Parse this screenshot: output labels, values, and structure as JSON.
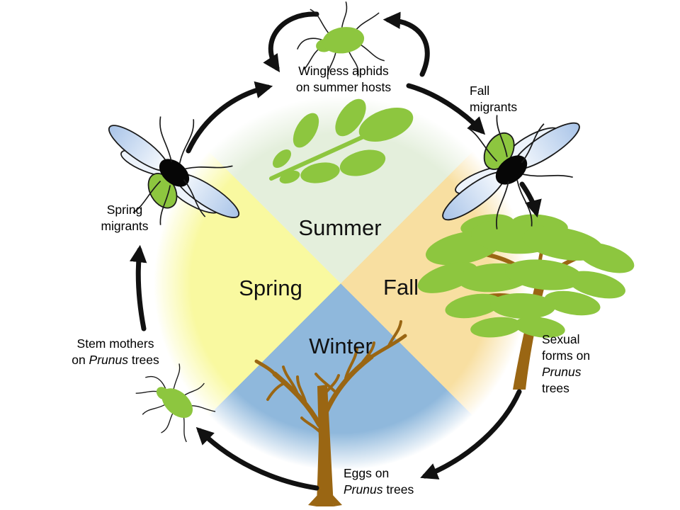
{
  "seasons": {
    "summer": "Summer",
    "fall": "Fall",
    "winter": "Winter",
    "spring": "Spring"
  },
  "annotations": {
    "wingless_aphids": {
      "line1": "Wingless aphids",
      "line2": "on summer hosts"
    },
    "fall_migrants": {
      "line1": "Fall",
      "line2": "migrants"
    },
    "spring_migrants": {
      "line1": "Spring",
      "line2": "migrants"
    },
    "stem_mothers": {
      "line1": "Stem mothers",
      "line2_pre": "on ",
      "line2_italic": "Prunus",
      "line2_post": " trees"
    },
    "eggs": {
      "line1": "Eggs on",
      "line2_italic": "Prunus",
      "line2_post": " trees"
    },
    "sexual_forms": {
      "line1": "Sexual",
      "line2": "forms on",
      "line3_italic": "Prunus",
      "line4": "trees"
    }
  },
  "icons": {
    "wingless_aphid_summer": "wingless-aphid",
    "spring_migrant_aphid": "winged-aphid",
    "fall_migrant_aphid": "winged-aphid",
    "stem_mother_aphid": "wingless-aphid",
    "summer_host_leaf": "compound-leaf",
    "prunus_tree_leafy": "leafy-tree",
    "prunus_tree_bare": "bare-tree"
  },
  "colors": {
    "summer_quadrant": "#e4efdc",
    "fall_quadrant": "#f8dfa1",
    "winter_quadrant": "#8fb8dc",
    "spring_quadrant": "#f9f9a0",
    "aphid_green": "#8dc63f",
    "foliage_green": "#8dc63f",
    "wing_blue": "#a9c4e8",
    "wing_white": "#fbfdff",
    "trunk_brown": "#9a6613",
    "arrow_black": "#111111"
  }
}
